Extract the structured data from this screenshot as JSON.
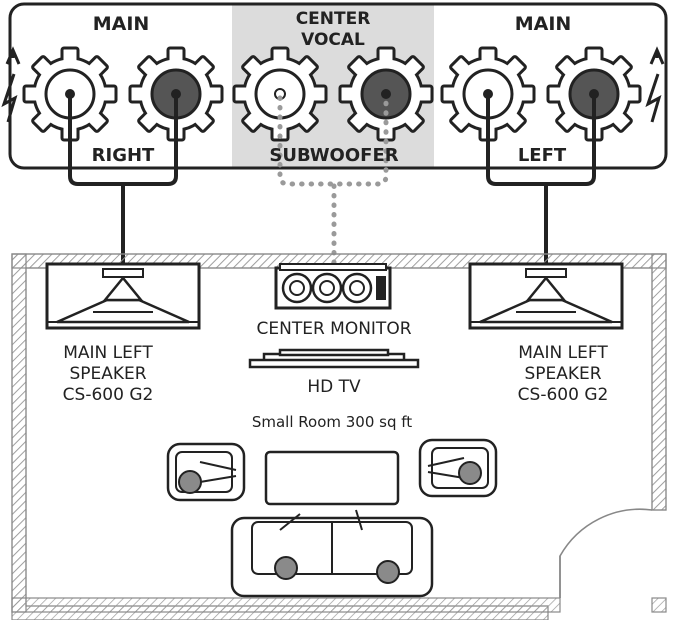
{
  "amp_panel": {
    "main_right_header": "MAIN",
    "center_header_line1": "CENTER",
    "center_header_line2": "VOCAL",
    "main_left_header": "MAIN",
    "right_label": "RIGHT",
    "subwoofer_label": "SUBWOOFER",
    "left_label": "LEFT"
  },
  "room": {
    "left_speaker": {
      "line1": "MAIN LEFT",
      "line2": "SPEAKER",
      "line3": "CS-600 G2"
    },
    "right_speaker": {
      "line1": "MAIN LEFT",
      "line2": "SPEAKER",
      "line3": "CS-600 G2"
    },
    "center_monitor_label": "CENTER MONITOR",
    "tv_label": "HD TV",
    "room_label": "Small Room 300 sq ft"
  },
  "colors": {
    "line": "#222222",
    "panel_center_shade": "#dcdcdc",
    "knob_dark": "#555555",
    "knob_light": "#ffffff",
    "dotted_wire": "#9a9a9a",
    "head": "#8a8a8a",
    "wall_hatch": "#999999"
  }
}
